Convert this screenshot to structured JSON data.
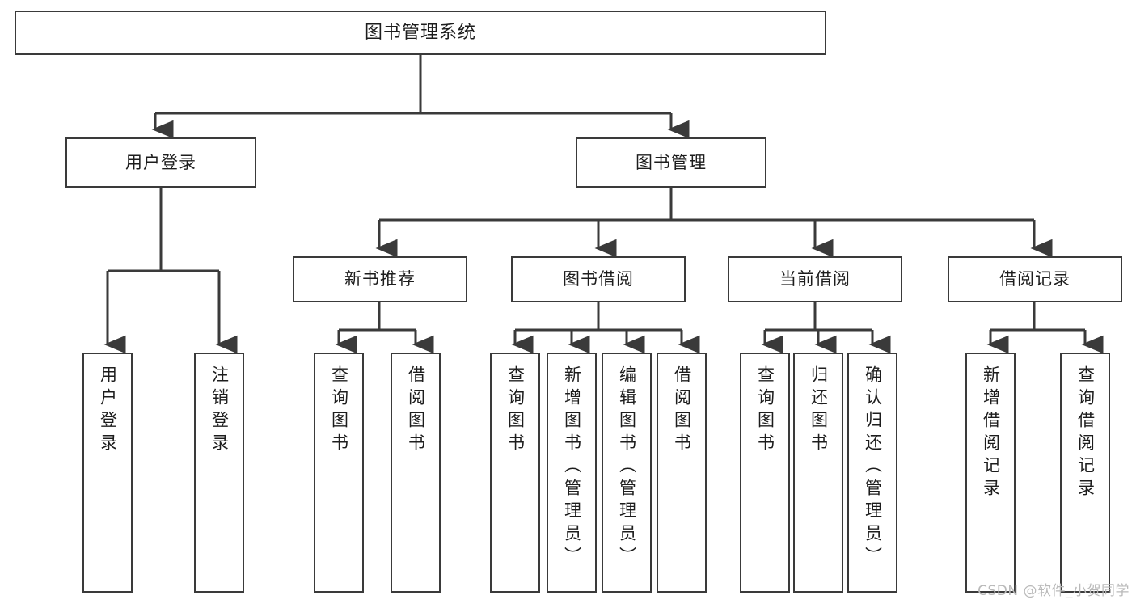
{
  "diagram": {
    "title": "图书管理系统",
    "type": "functional-decomposition-tree",
    "watermark": "CSDN @软件_小贺同学",
    "colors": {
      "box_border": "#3a3a3a",
      "box_fill": "#ffffff",
      "edge": "#3a3a3a",
      "text": "#1d1d1d",
      "watermark": "#b9b9b9"
    },
    "root": {
      "label": "图书管理系统"
    },
    "level2": [
      {
        "label": "用户登录"
      },
      {
        "label": "图书管理"
      }
    ],
    "level3": [
      {
        "label": "新书推荐"
      },
      {
        "label": "图书借阅"
      },
      {
        "label": "当前借阅"
      },
      {
        "label": "借阅记录"
      }
    ],
    "leaves": {
      "user_login": [
        {
          "label": "用户登录"
        },
        {
          "label": "注销登录"
        }
      ],
      "new_book_recommend": [
        {
          "label": "查询图书"
        },
        {
          "label": "借阅图书"
        }
      ],
      "book_borrow": [
        {
          "label": "查询图书"
        },
        {
          "label": "新增图书（管理员）"
        },
        {
          "label": "编辑图书（管理员）"
        },
        {
          "label": "借阅图书"
        }
      ],
      "current_borrow": [
        {
          "label": "查询图书"
        },
        {
          "label": "归还图书"
        },
        {
          "label": "确认归还（管理员）"
        }
      ],
      "borrow_record": [
        {
          "label": "新增借阅记录"
        },
        {
          "label": "查询借阅记录"
        }
      ]
    }
  }
}
